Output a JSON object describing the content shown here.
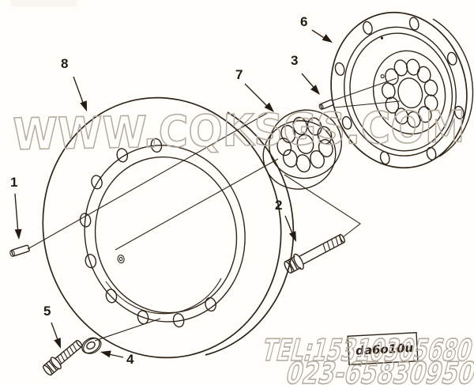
{
  "page": {
    "background": "#fffefa"
  },
  "watermark": {
    "text": "WWW.CQKSGS.COM",
    "color": "#b6ac9f"
  },
  "contact": {
    "line1": "TEL:15310305680",
    "line2": "023-65830950",
    "color": "#b2a89b"
  },
  "drawing_code": {
    "text": "da6o10u",
    "color": "#30241a"
  },
  "diagram": {
    "line_color": "#2f2417",
    "callouts": [
      {
        "label": "1"
      },
      {
        "label": "2"
      },
      {
        "label": "3"
      },
      {
        "label": "4"
      },
      {
        "label": "5"
      },
      {
        "label": "6"
      },
      {
        "label": "7"
      },
      {
        "label": "8"
      }
    ]
  }
}
